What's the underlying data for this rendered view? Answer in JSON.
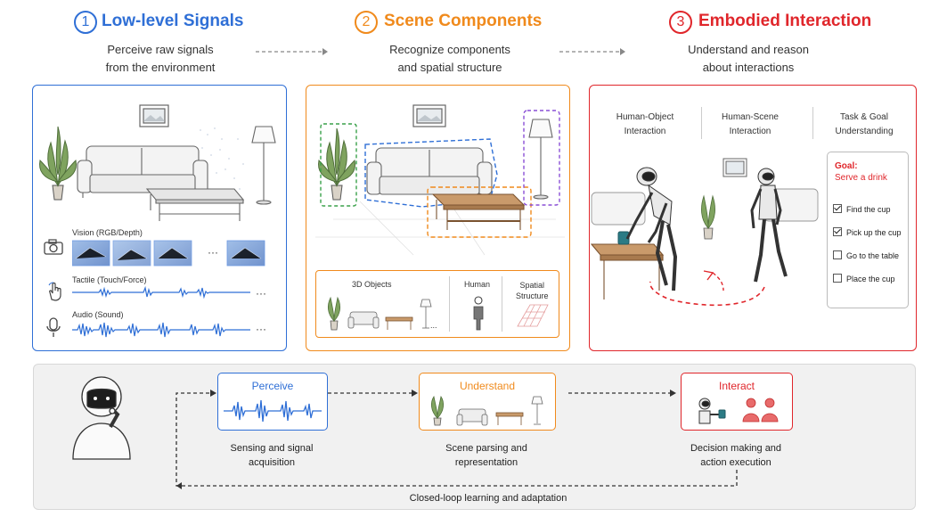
{
  "header": {
    "steps": [
      {
        "num": "1",
        "title": "Low-level Signals",
        "subtitle_l1": "Perceive raw signals",
        "subtitle_l2": "from the environment"
      },
      {
        "num": "2",
        "title": "Scene Components",
        "subtitle_l1": "Recognize components",
        "subtitle_l2": "and spatial structure"
      },
      {
        "num": "3",
        "title": "Embodied Interaction",
        "subtitle_l1": "Understand and reason",
        "subtitle_l2": "about interactions"
      }
    ]
  },
  "colors": {
    "blue": "#2f6fd6",
    "orange": "#f08a1c",
    "red": "#e0262b",
    "gray": "#555555"
  },
  "panel1": {
    "vision_label": "Vision (RGB/Depth)",
    "tactile_label": "Tactile (Touch/Force)",
    "audio_label": "Audio (Sound)",
    "ellipsis": "···"
  },
  "panel2": {
    "objects_label": "3D Objects",
    "human_label": "Human",
    "spatial_label_l1": "Spatial",
    "spatial_label_l2": "Structure",
    "ellipsis": "..."
  },
  "panel3": {
    "col1_l1": "Human-Object",
    "col1_l2": "Interaction",
    "col2_l1": "Human-Scene",
    "col2_l2": "Interaction",
    "col3_l1": "Task & Goal",
    "col3_l2": "Understanding",
    "goal_l1": "Goal:",
    "goal_l2": "Serve a drink",
    "tasks": [
      {
        "label": "Find the cup",
        "done": true
      },
      {
        "label": "Pick up the cup",
        "done": true
      },
      {
        "label": "Go to the table",
        "done": false
      },
      {
        "label": "Place the cup",
        "done": false
      }
    ]
  },
  "pipeline": {
    "perceive": {
      "title": "Perceive",
      "cap_l1": "Sensing and signal",
      "cap_l2": "acquisition"
    },
    "understand": {
      "title": "Understand",
      "cap_l1": "Scene parsing and",
      "cap_l2": "representation"
    },
    "interact": {
      "title": "Interact",
      "cap_l1": "Decision making and",
      "cap_l2": "action execution"
    },
    "loop_label": "Closed-loop learning and adaptation"
  }
}
